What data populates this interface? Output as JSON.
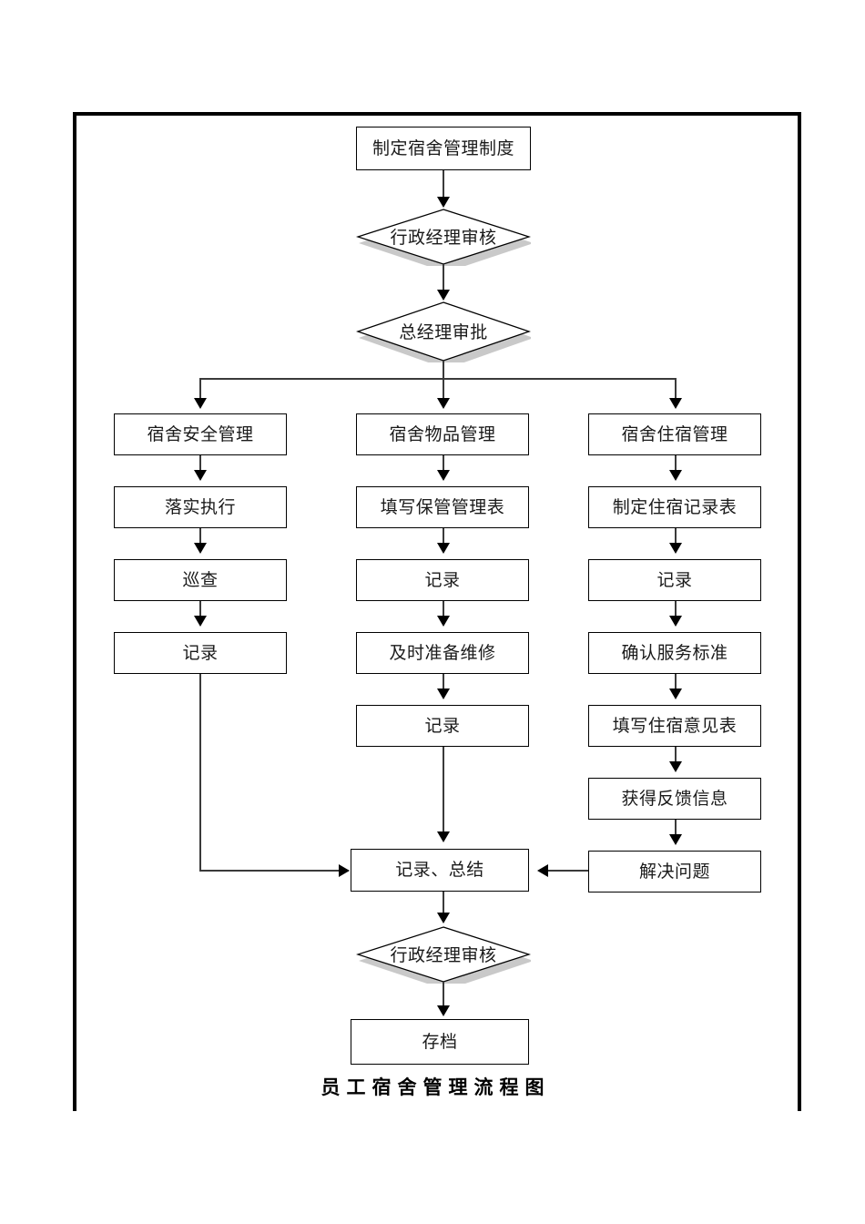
{
  "diagram": {
    "caption": "员工宿舍管理流程图",
    "type": "flowchart",
    "frame_color": "#000000",
    "box_border_color": "#000000",
    "box_fill": "#ffffff",
    "shadow_color": "#c9c9c9",
    "connector_color": "#3a3a3a"
  },
  "nodes": {
    "start": {
      "label": "制定宿舍管理制度",
      "shape": "process"
    },
    "review1": {
      "label": "行政经理审核",
      "shape": "decision"
    },
    "approve": {
      "label": "总经理审批",
      "shape": "decision"
    },
    "col_left_head": {
      "label": "宿舍安全管理",
      "shape": "process"
    },
    "col_mid_head": {
      "label": "宿舍物品管理",
      "shape": "process"
    },
    "col_right_head": {
      "label": "宿舍住宿管理",
      "shape": "process"
    },
    "left_1": {
      "label": "落实执行",
      "shape": "process"
    },
    "left_2": {
      "label": "巡查",
      "shape": "process"
    },
    "left_3": {
      "label": "记录",
      "shape": "process"
    },
    "mid_1": {
      "label": "填写保管管理表",
      "shape": "process"
    },
    "mid_2": {
      "label": "记录",
      "shape": "process"
    },
    "mid_3": {
      "label": "及时准备维修",
      "shape": "process"
    },
    "mid_4": {
      "label": "记录",
      "shape": "process"
    },
    "right_1": {
      "label": "制定住宿记录表",
      "shape": "process"
    },
    "right_2": {
      "label": "记录",
      "shape": "process"
    },
    "right_3": {
      "label": "确认服务标准",
      "shape": "process"
    },
    "right_4": {
      "label": "填写住宿意见表",
      "shape": "process"
    },
    "right_5": {
      "label": "获得反馈信息",
      "shape": "process"
    },
    "right_6": {
      "label": "解决问题",
      "shape": "process"
    },
    "merge": {
      "label": "记录、总结",
      "shape": "process"
    },
    "review2": {
      "label": "行政经理审核",
      "shape": "decision"
    },
    "archive": {
      "label": "存档",
      "shape": "process"
    }
  },
  "edges": [
    {
      "from": "start",
      "to": "review1",
      "kind": "down-arrow"
    },
    {
      "from": "review1",
      "to": "approve",
      "kind": "down-arrow"
    },
    {
      "from": "approve",
      "to": "col_left_head",
      "kind": "fork-down-arrow"
    },
    {
      "from": "approve",
      "to": "col_mid_head",
      "kind": "fork-down-arrow"
    },
    {
      "from": "approve",
      "to": "col_right_head",
      "kind": "fork-down-arrow"
    },
    {
      "from": "col_left_head",
      "to": "left_1",
      "kind": "down-arrow"
    },
    {
      "from": "left_1",
      "to": "left_2",
      "kind": "down-arrow"
    },
    {
      "from": "left_2",
      "to": "left_3",
      "kind": "down-arrow"
    },
    {
      "from": "left_3",
      "to": "merge",
      "kind": "elbow-right-arrow"
    },
    {
      "from": "col_mid_head",
      "to": "mid_1",
      "kind": "down-arrow"
    },
    {
      "from": "mid_1",
      "to": "mid_2",
      "kind": "down-arrow"
    },
    {
      "from": "mid_2",
      "to": "mid_3",
      "kind": "down-arrow"
    },
    {
      "from": "mid_3",
      "to": "mid_4",
      "kind": "down-arrow"
    },
    {
      "from": "mid_4",
      "to": "merge",
      "kind": "down-arrow"
    },
    {
      "from": "col_right_head",
      "to": "right_1",
      "kind": "down-arrow"
    },
    {
      "from": "right_1",
      "to": "right_2",
      "kind": "down-arrow"
    },
    {
      "from": "right_2",
      "to": "right_3",
      "kind": "down-arrow"
    },
    {
      "from": "right_3",
      "to": "right_4",
      "kind": "down-arrow"
    },
    {
      "from": "right_4",
      "to": "right_5",
      "kind": "down-arrow"
    },
    {
      "from": "right_5",
      "to": "right_6",
      "kind": "down-arrow"
    },
    {
      "from": "right_6",
      "to": "merge",
      "kind": "left-arrow"
    },
    {
      "from": "merge",
      "to": "review2",
      "kind": "down-arrow"
    },
    {
      "from": "review2",
      "to": "archive",
      "kind": "down-arrow"
    }
  ]
}
